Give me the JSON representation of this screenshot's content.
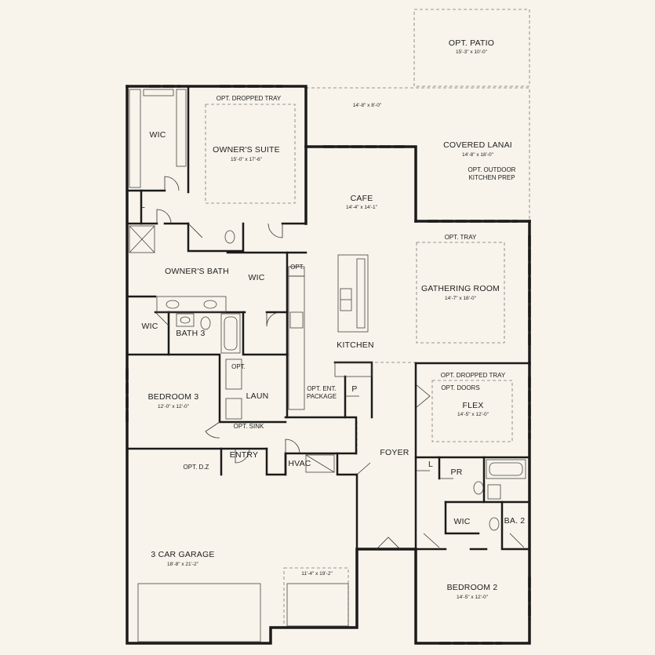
{
  "colors": {
    "background": "#f8f4eb",
    "wall": "#1b1b1b"
  },
  "rooms": {
    "opt_patio": {
      "name": "OPT. PATIO",
      "dim": "15'-3\" x 10'-0\""
    },
    "lanai_top": {
      "dim": "14'-8\" x 8'-0\""
    },
    "covered_lanai": {
      "name": "COVERED LANAI",
      "dim": "14'-8\" x 18'-0\""
    },
    "outdoor_kitchen": {
      "line1": "OPT. OUTDOOR",
      "line2": "KITCHEN PREP"
    },
    "wic_owner": {
      "name": "WIC"
    },
    "owners_suite": {
      "name": "OWNER'S SUITE",
      "dim": "15'-0\" x 17'-6\"",
      "tray": "OPT. DROPPED TRAY"
    },
    "linen_owner": {
      "name": "L"
    },
    "cafe": {
      "name": "CAFE",
      "dim": "14'-4\" x 14'-1\""
    },
    "gathering_room": {
      "name": "GATHERING ROOM",
      "dim": "14'-7\" x 18'-0\"",
      "tray": "OPT. TRAY"
    },
    "owners_bath": {
      "name": "OWNER'S BATH"
    },
    "wic_bath": {
      "name": "WIC"
    },
    "opt_pantry": {
      "name": "OPT."
    },
    "kitchen": {
      "name": "KITCHEN"
    },
    "wic_bed3": {
      "name": "WIC"
    },
    "bath3": {
      "name": "BATH 3"
    },
    "bedroom3": {
      "name": "BEDROOM 3",
      "dim": "12'-0\" x 12'-0\""
    },
    "laun": {
      "name": "LAUN",
      "opt": "OPT."
    },
    "ent_package": {
      "line1": "OPT. ENT.",
      "line2": "PACKAGE"
    },
    "pantry": {
      "name": "P"
    },
    "flex": {
      "name": "FLEX",
      "dim": "14'-5\" x 12'-0\"",
      "tray": "OPT. DROPPED TRAY",
      "doors": "OPT. DOORS"
    },
    "opt_sink": {
      "name": "OPT. SINK"
    },
    "foyer": {
      "name": "FOYER"
    },
    "entry": {
      "name": "ENTRY"
    },
    "hvac": {
      "name": "HVAC"
    },
    "opt_dz": {
      "name": "OPT. D.Z"
    },
    "linen_hall": {
      "name": "L"
    },
    "powder": {
      "name": "PR"
    },
    "wic_bed2": {
      "name": "WIC"
    },
    "bath2": {
      "name": "BA. 2"
    },
    "garage": {
      "name": "3 CAR GARAGE",
      "dim": "18'-8\" x 21'-2\"",
      "bay_dim": "11'-4\" x 19'-2\""
    },
    "bedroom2": {
      "name": "BEDROOM 2",
      "dim": "14'-5\" x 12'-0\""
    }
  }
}
